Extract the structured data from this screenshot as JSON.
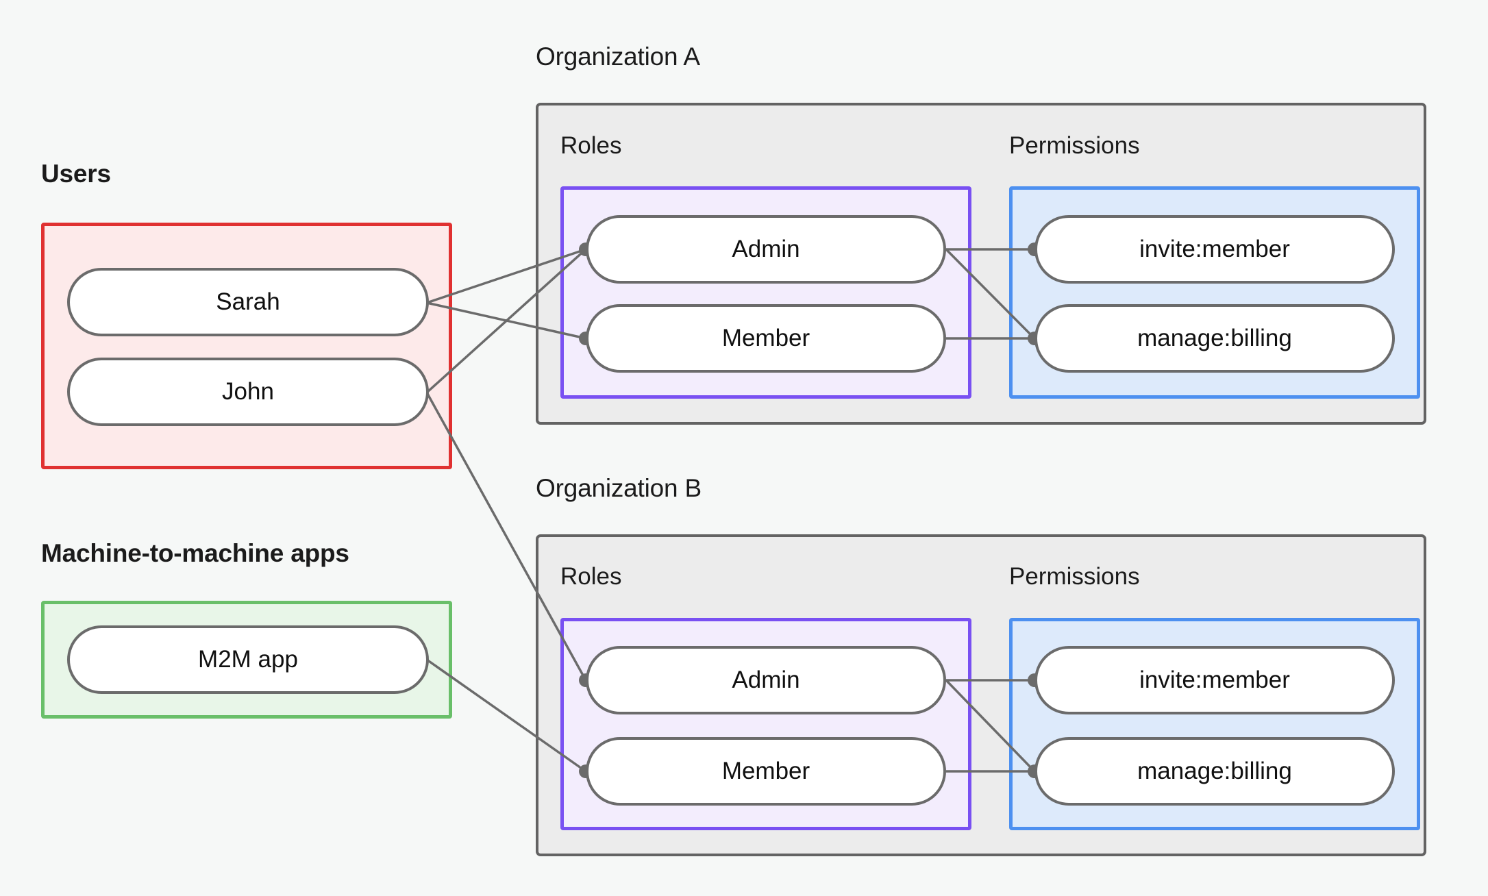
{
  "diagram": {
    "title_users": "Users",
    "title_m2m": "Machine-to-machine apps",
    "title_org_a": "Organization A",
    "title_org_b": "Organization B",
    "label_roles": "Roles",
    "label_permissions": "Permissions",
    "users": [
      {
        "id": "sarah",
        "label": "Sarah"
      },
      {
        "id": "john",
        "label": "John"
      }
    ],
    "m2m_apps": [
      {
        "id": "m2m-app",
        "label": "M2M app"
      }
    ],
    "org_a": {
      "name": "Organization A",
      "roles": [
        {
          "id": "a-admin",
          "label": "Admin"
        },
        {
          "id": "a-member",
          "label": "Member"
        }
      ],
      "permissions": [
        {
          "id": "a-invite",
          "label": "invite:member"
        },
        {
          "id": "a-billing",
          "label": "manage:billing"
        }
      ]
    },
    "org_b": {
      "name": "Organization B",
      "roles": [
        {
          "id": "b-admin",
          "label": "Admin"
        },
        {
          "id": "b-member",
          "label": "Member"
        }
      ],
      "permissions": [
        {
          "id": "b-invite",
          "label": "invite:member"
        },
        {
          "id": "b-billing",
          "label": "manage:billing"
        }
      ]
    },
    "connections": [
      {
        "from": "sarah",
        "to": "a-admin"
      },
      {
        "from": "sarah",
        "to": "a-member"
      },
      {
        "from": "john",
        "to": "a-admin"
      },
      {
        "from": "john",
        "to": "b-admin"
      },
      {
        "from": "m2m-app",
        "to": "b-member"
      },
      {
        "from": "a-admin",
        "to": "a-invite"
      },
      {
        "from": "a-admin",
        "to": "a-billing"
      },
      {
        "from": "a-member",
        "to": "a-billing"
      },
      {
        "from": "b-admin",
        "to": "b-invite"
      },
      {
        "from": "b-admin",
        "to": "b-billing"
      },
      {
        "from": "b-member",
        "to": "b-billing"
      }
    ],
    "colors": {
      "background": "#f6f8f7",
      "users_border": "#e03131",
      "users_fill": "#fdeaea",
      "m2m_border": "#69bf69",
      "m2m_fill": "#e8f6e8",
      "org_border": "#636363",
      "org_fill": "#ececec",
      "roles_border": "#7950f2",
      "roles_fill": "#f3edfd",
      "perms_border": "#4d90f0",
      "perms_fill": "#ddeafb",
      "pill_border": "#6b6b6b",
      "pill_fill": "#ffffff",
      "edge": "#6b6b6b",
      "text": "#101010"
    }
  }
}
